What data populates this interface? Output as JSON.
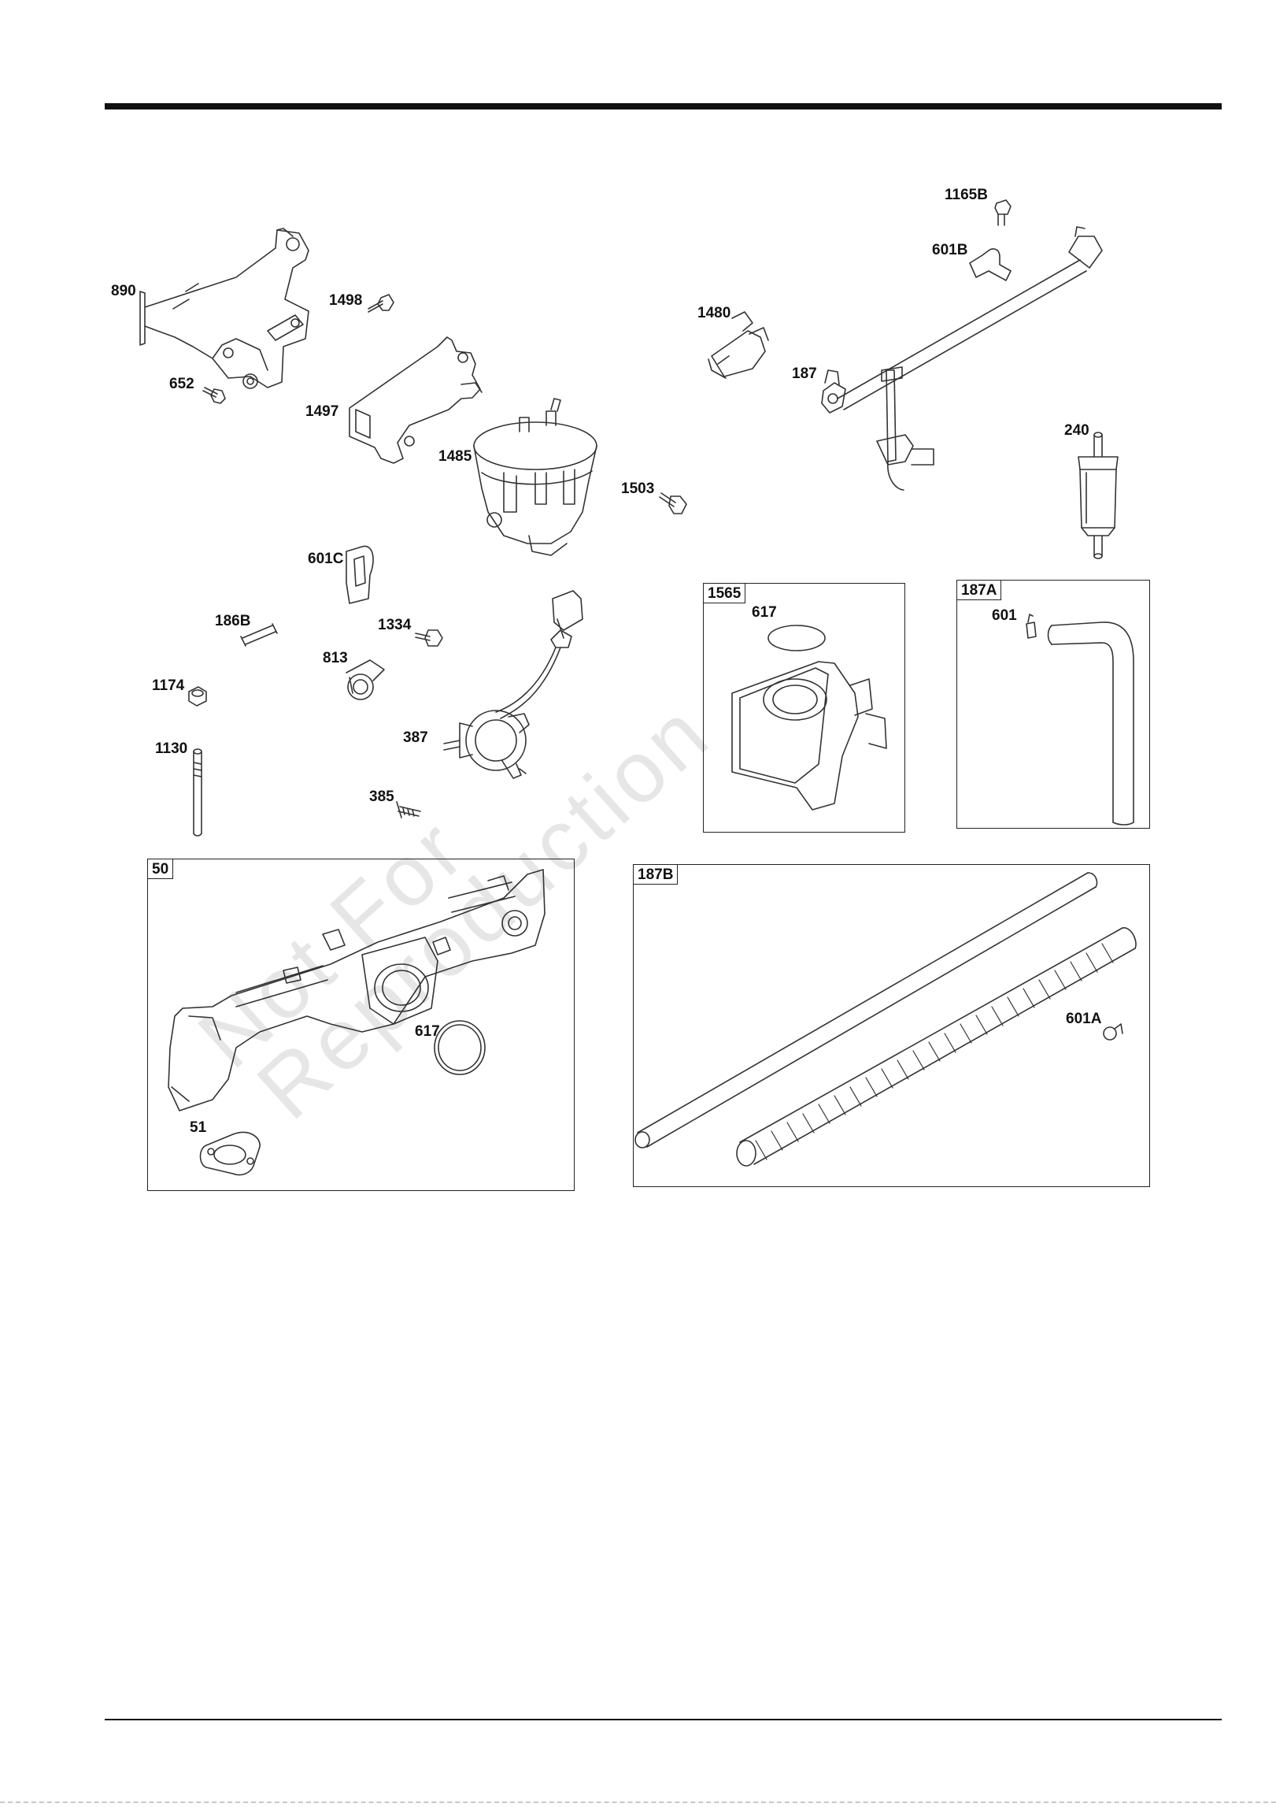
{
  "labels": {
    "p890": "890",
    "p1498": "1498",
    "p652": "652",
    "p1497": "1497",
    "p1485": "1485",
    "p1503": "1503",
    "p601C": "601C",
    "p186B": "186B",
    "p1334": "1334",
    "p813": "813",
    "p1174": "1174",
    "p1130": "1130",
    "p387": "387",
    "p385": "385",
    "p1165B": "1165B",
    "p601B": "601B",
    "p1480": "1480",
    "p187": "187",
    "p240": "240",
    "p617_1565": "617",
    "p601": "601",
    "p617_50": "617",
    "p51": "51",
    "p601A": "601A"
  },
  "boxes": {
    "b1565": "1565",
    "b187A": "187A",
    "b50": "50",
    "b187B": "187B"
  },
  "watermark": {
    "line1": "Not For",
    "line2": "Reproduction"
  }
}
